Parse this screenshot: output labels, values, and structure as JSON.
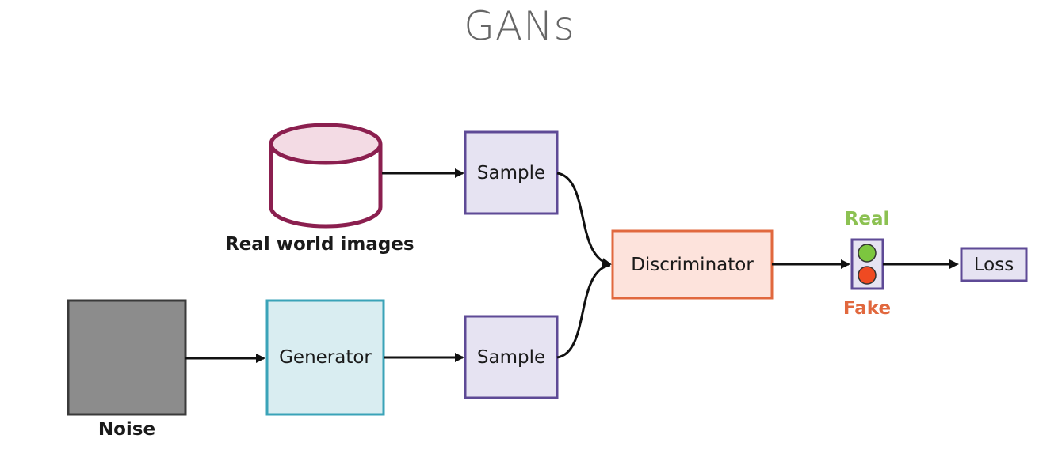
{
  "title": "GANs",
  "nodes": {
    "real_world_images": "Real world images",
    "sample_top": "Sample",
    "sample_bottom": "Sample",
    "noise": "Noise",
    "generator": "Generator",
    "discriminator": "Discriminator",
    "real_label": "Real",
    "fake_label": "Fake",
    "loss": "Loss"
  },
  "colors": {
    "database_stroke": "#8b1f4f",
    "sample_fill": "#e6e3f2",
    "sample_stroke": "#5e4a96",
    "noise_fill": "#8c8c8c",
    "noise_stroke": "#3a3a3a",
    "generator_fill": "#d9edf1",
    "generator_stroke": "#3aa3b8",
    "discriminator_fill": "#fde3dc",
    "discriminator_stroke": "#e1683e",
    "real_light": "#7cc63f",
    "fake_light": "#ef4a22",
    "real_text": "#8cc152",
    "fake_text": "#e1683e"
  }
}
